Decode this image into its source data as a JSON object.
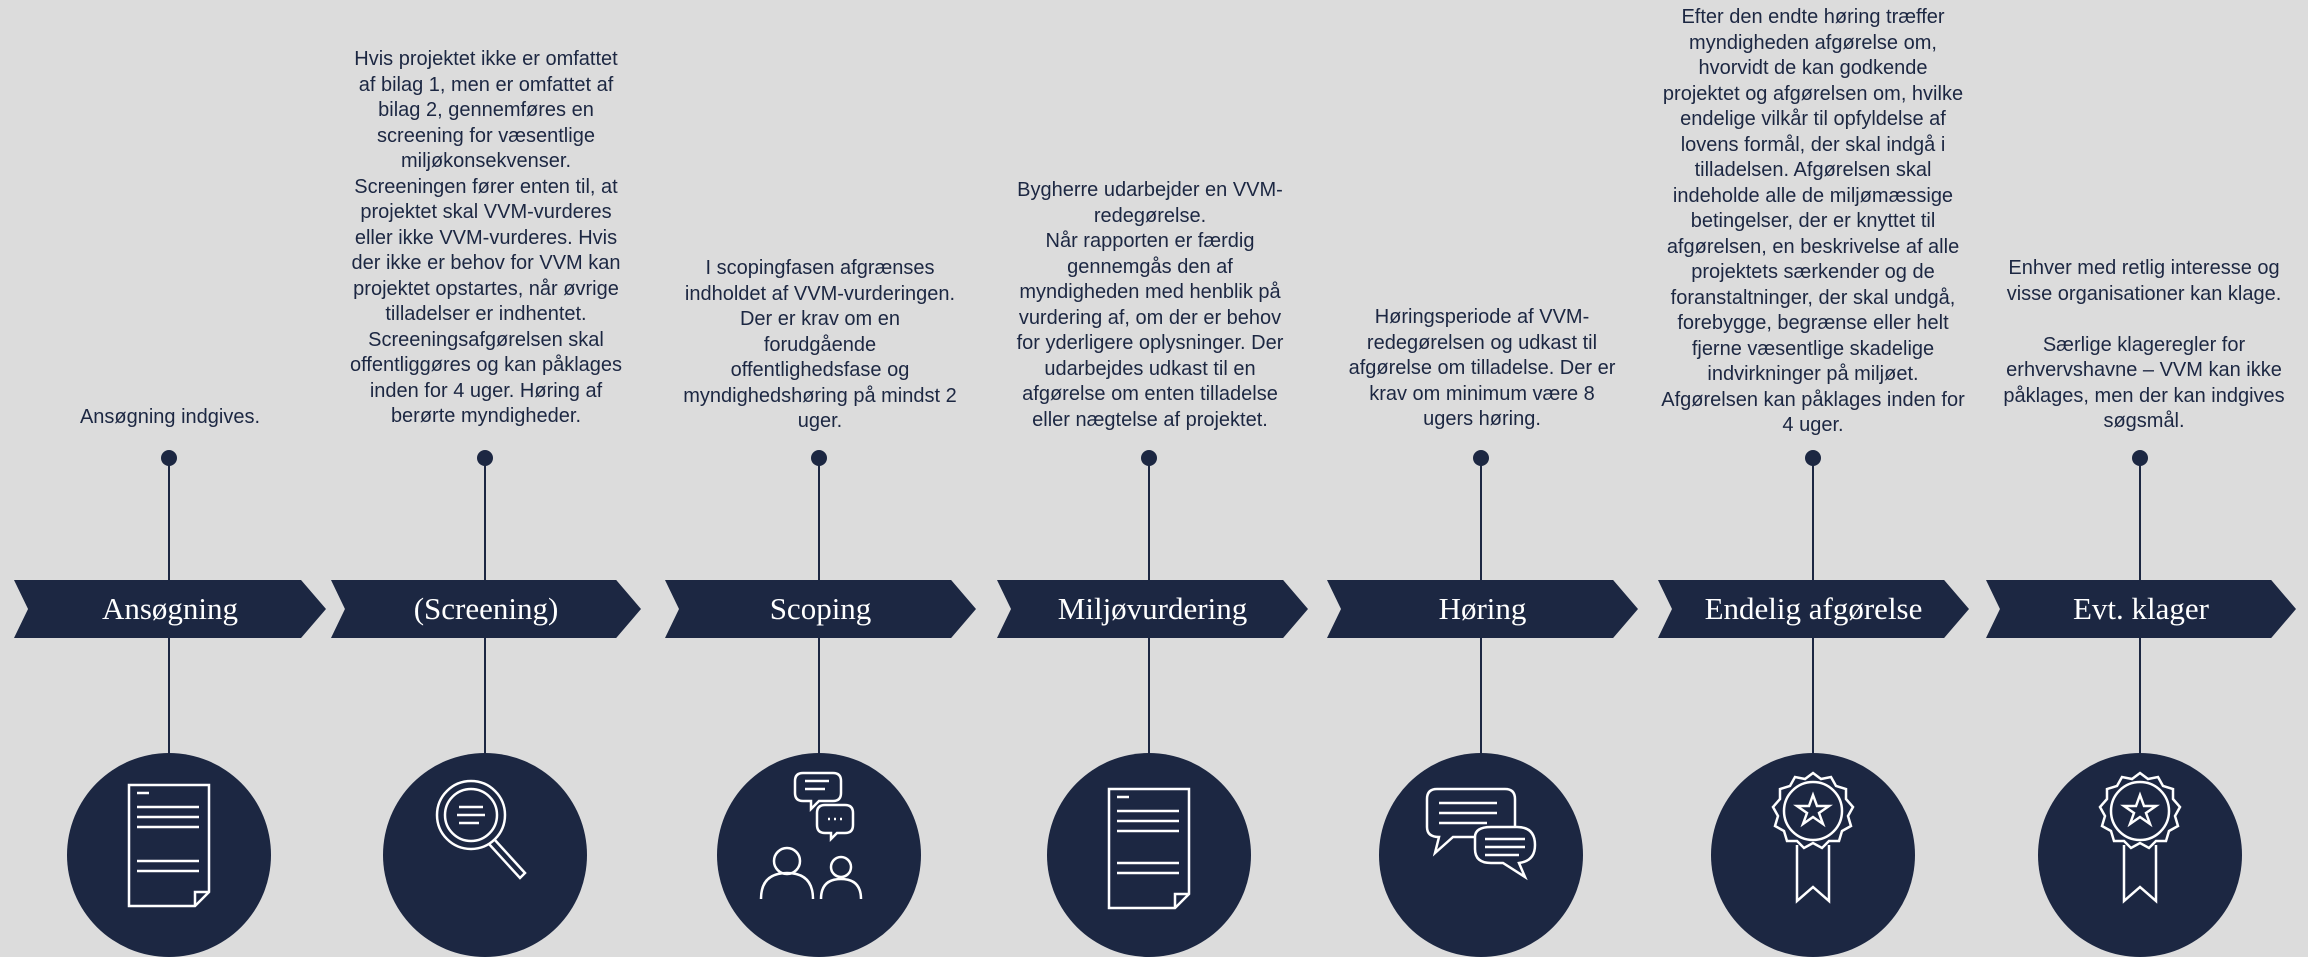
{
  "steps": [
    {
      "label": "Ansøgning",
      "icon": "document-icon",
      "description": "Ansøgning indgives."
    },
    {
      "label": "(Screening)",
      "icon": "magnifier-icon",
      "description": "Hvis projektet ikke er omfattet\naf bilag 1, men er omfattet af\nbilag 2, gennemføres en\nscreening for væsentlige\nmiljøkonsekvenser.\nScreeningen fører enten til, at\nprojektet skal VVM-vurderes\neller ikke VVM-vurderes. Hvis\nder ikke er behov for VVM kan\nprojektet opstartes, når øvrige\ntilladelser er indhentet.\nScreeningsafgørelsen skal\noffentliggøres og kan påklages\ninden for 4 uger. Høring af\nberørte myndigheder."
    },
    {
      "label": "Scoping",
      "icon": "people-chat-icon",
      "description": "I scopingfasen afgrænses\nindholdet af VVM-vurderingen.\nDer er krav om en\nforudgående\noffentlighedsfase og\nmyndighedshøring på mindst 2\nuger."
    },
    {
      "label": "Miljøvurdering",
      "icon": "document-icon",
      "description": "Bygherre udarbejder en VVM-\nredegørelse.\nNår rapporten er færdig\ngennemgås den af\nmyndigheden med henblik på\nvurdering af, om der er behov\nfor yderligere oplysninger. Der\nudarbejdes udkast til en\nafgørelse om enten tilladelse\neller nægtelse af projektet."
    },
    {
      "label": "Høring",
      "icon": "speech-bubbles-icon",
      "description": "Høringsperiode af VVM-\nredegørelsen og udkast til\nafgørelse om tilladelse. Der er\nkrav om minimum være 8\nugers høring."
    },
    {
      "label": "Endelig afgørelse",
      "icon": "award-badge-icon",
      "description": "Efter den endte høring træffer\nmyndigheden afgørelse om,\nhvorvidt de kan godkende\nprojektet og afgørelsen om, hvilke\nendelige vilkår til opfyldelse af\nlovens formål, der skal indgå i\ntilladelsen. Afgørelsen skal\nindeholde alle de miljømæssige\nbetingelser, der er knyttet til\nafgørelsen, en beskrivelse af alle\nprojektets særkender og de\nforanstaltninger, der skal undgå,\nforebygge, begrænse eller helt\nfjerne væsentlige skadelige\nindvirkninger på miljøet.\nAfgørelsen kan påklages inden for\n4 uger."
    },
    {
      "label": "Evt. klager",
      "icon": "award-badge-icon",
      "description": "Enhver med retlig interesse og\nvisse organisationer kan klage.\n\nSærlige klageregler for\nerhvervshavne – VVM kan ikke\npåklages, men der kan indgives\nsøgsmål."
    }
  ],
  "colors": {
    "background": "#dcdcdc",
    "navy": "#1c2742",
    "icon_stroke": "#ffffff"
  }
}
